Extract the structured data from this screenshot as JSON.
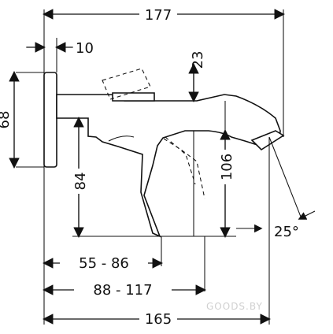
{
  "dimensions": {
    "total_length": "177",
    "wall_offset": "10",
    "plate_height": "68",
    "handle_clearance": "23",
    "outlet_height": "84",
    "spout_drop": "106",
    "wall_range_a": "55 - 86",
    "wall_range_b": "88 - 117",
    "projection": "165",
    "spout_angle": "25°"
  },
  "watermark": "GOODS.BY"
}
